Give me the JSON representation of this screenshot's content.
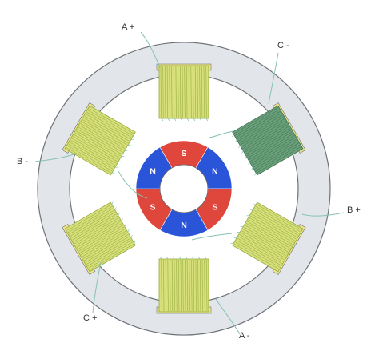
{
  "colors": {
    "stator": "#e2e6ea",
    "stator_stroke": "#6f7378",
    "coil": "#d7e07b",
    "coil_active": "#6aa07a",
    "winding": "#93a83a",
    "winding_active": "#3f6f52",
    "lead_wire": "#86c2b2",
    "north": "#2b55d9",
    "south": "#e0473c",
    "hub": "#ffffff"
  },
  "coils": [
    {
      "id": "coil-top",
      "label": "A +",
      "angle": 0,
      "active": false
    },
    {
      "id": "coil-upper-right",
      "label": "C -",
      "angle": 60,
      "active": true
    },
    {
      "id": "coil-lower-right",
      "label": "B +",
      "angle": 120,
      "active": false
    },
    {
      "id": "coil-bottom",
      "label": "A -",
      "angle": 180,
      "active": false
    },
    {
      "id": "coil-lower-left",
      "label": "C +",
      "angle": 240,
      "active": false
    },
    {
      "id": "coil-upper-left",
      "label": "B -",
      "angle": 300,
      "active": false
    }
  ],
  "magnets": [
    {
      "pole": "S",
      "center_angle": 0
    },
    {
      "pole": "N",
      "center_angle": 60
    },
    {
      "pole": "S",
      "center_angle": 120
    },
    {
      "pole": "N",
      "center_angle": 180
    },
    {
      "pole": "S",
      "center_angle": 240
    },
    {
      "pole": "N",
      "center_angle": 300
    }
  ],
  "labels": {
    "a_plus": "A +",
    "c_minus": "C -",
    "b_minus": "B -",
    "b_plus": "B +",
    "c_plus": "C +",
    "a_minus": "A -"
  }
}
